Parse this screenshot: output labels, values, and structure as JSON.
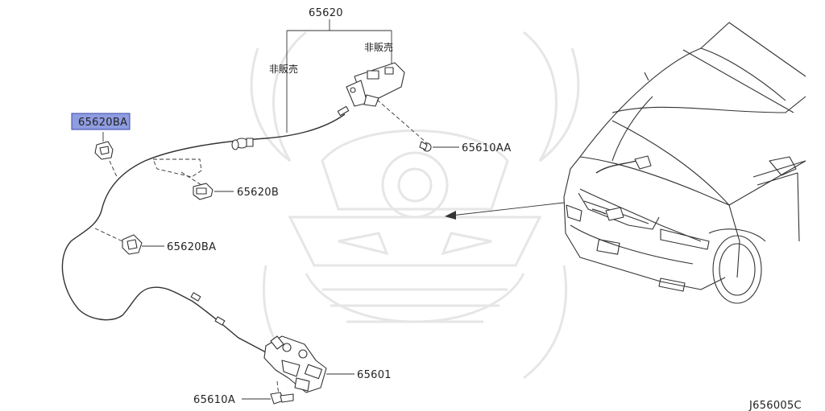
{
  "parts": {
    "cable_assembly": "65620",
    "not_sold_left": "非販売",
    "not_sold_right": "非販売",
    "bracket_clip_highlighted": "65620BA",
    "bolt_upper": "65610AA",
    "clamp": "65620B",
    "bracket_clip_lower": "65620BA",
    "hood_lock": "65601",
    "bolt_lower": "65610A"
  },
  "diagram_code": "J656005C",
  "colors": {
    "highlight_fill": "#8e9ce0",
    "highlight_border": "#3b4aa8",
    "line": "#333333",
    "watermark": "#e6e6e6"
  }
}
